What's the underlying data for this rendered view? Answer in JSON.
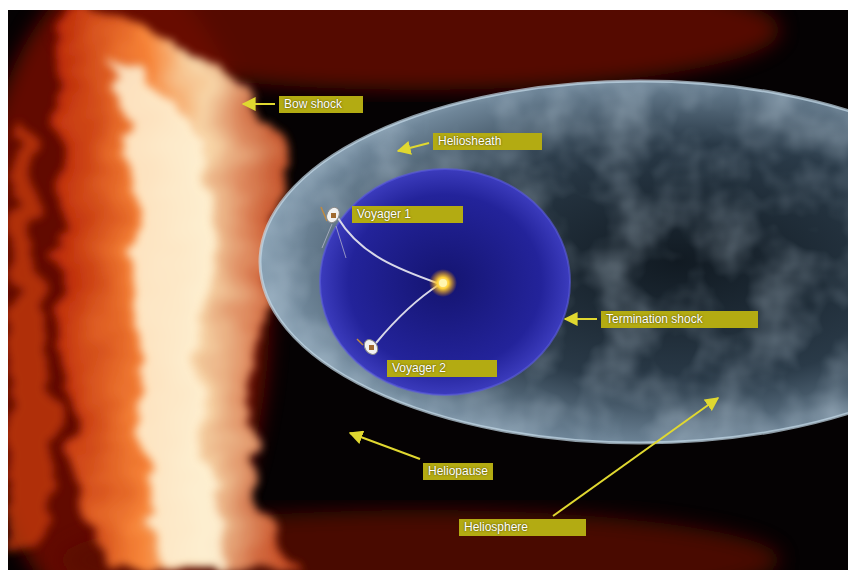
{
  "diagram": {
    "labels": [
      "Bow shock",
      "Heliosheath",
      "Voyager 1",
      "Termination shock",
      "Voyager 2",
      "Heliopause",
      "Heliosphere"
    ]
  }
}
